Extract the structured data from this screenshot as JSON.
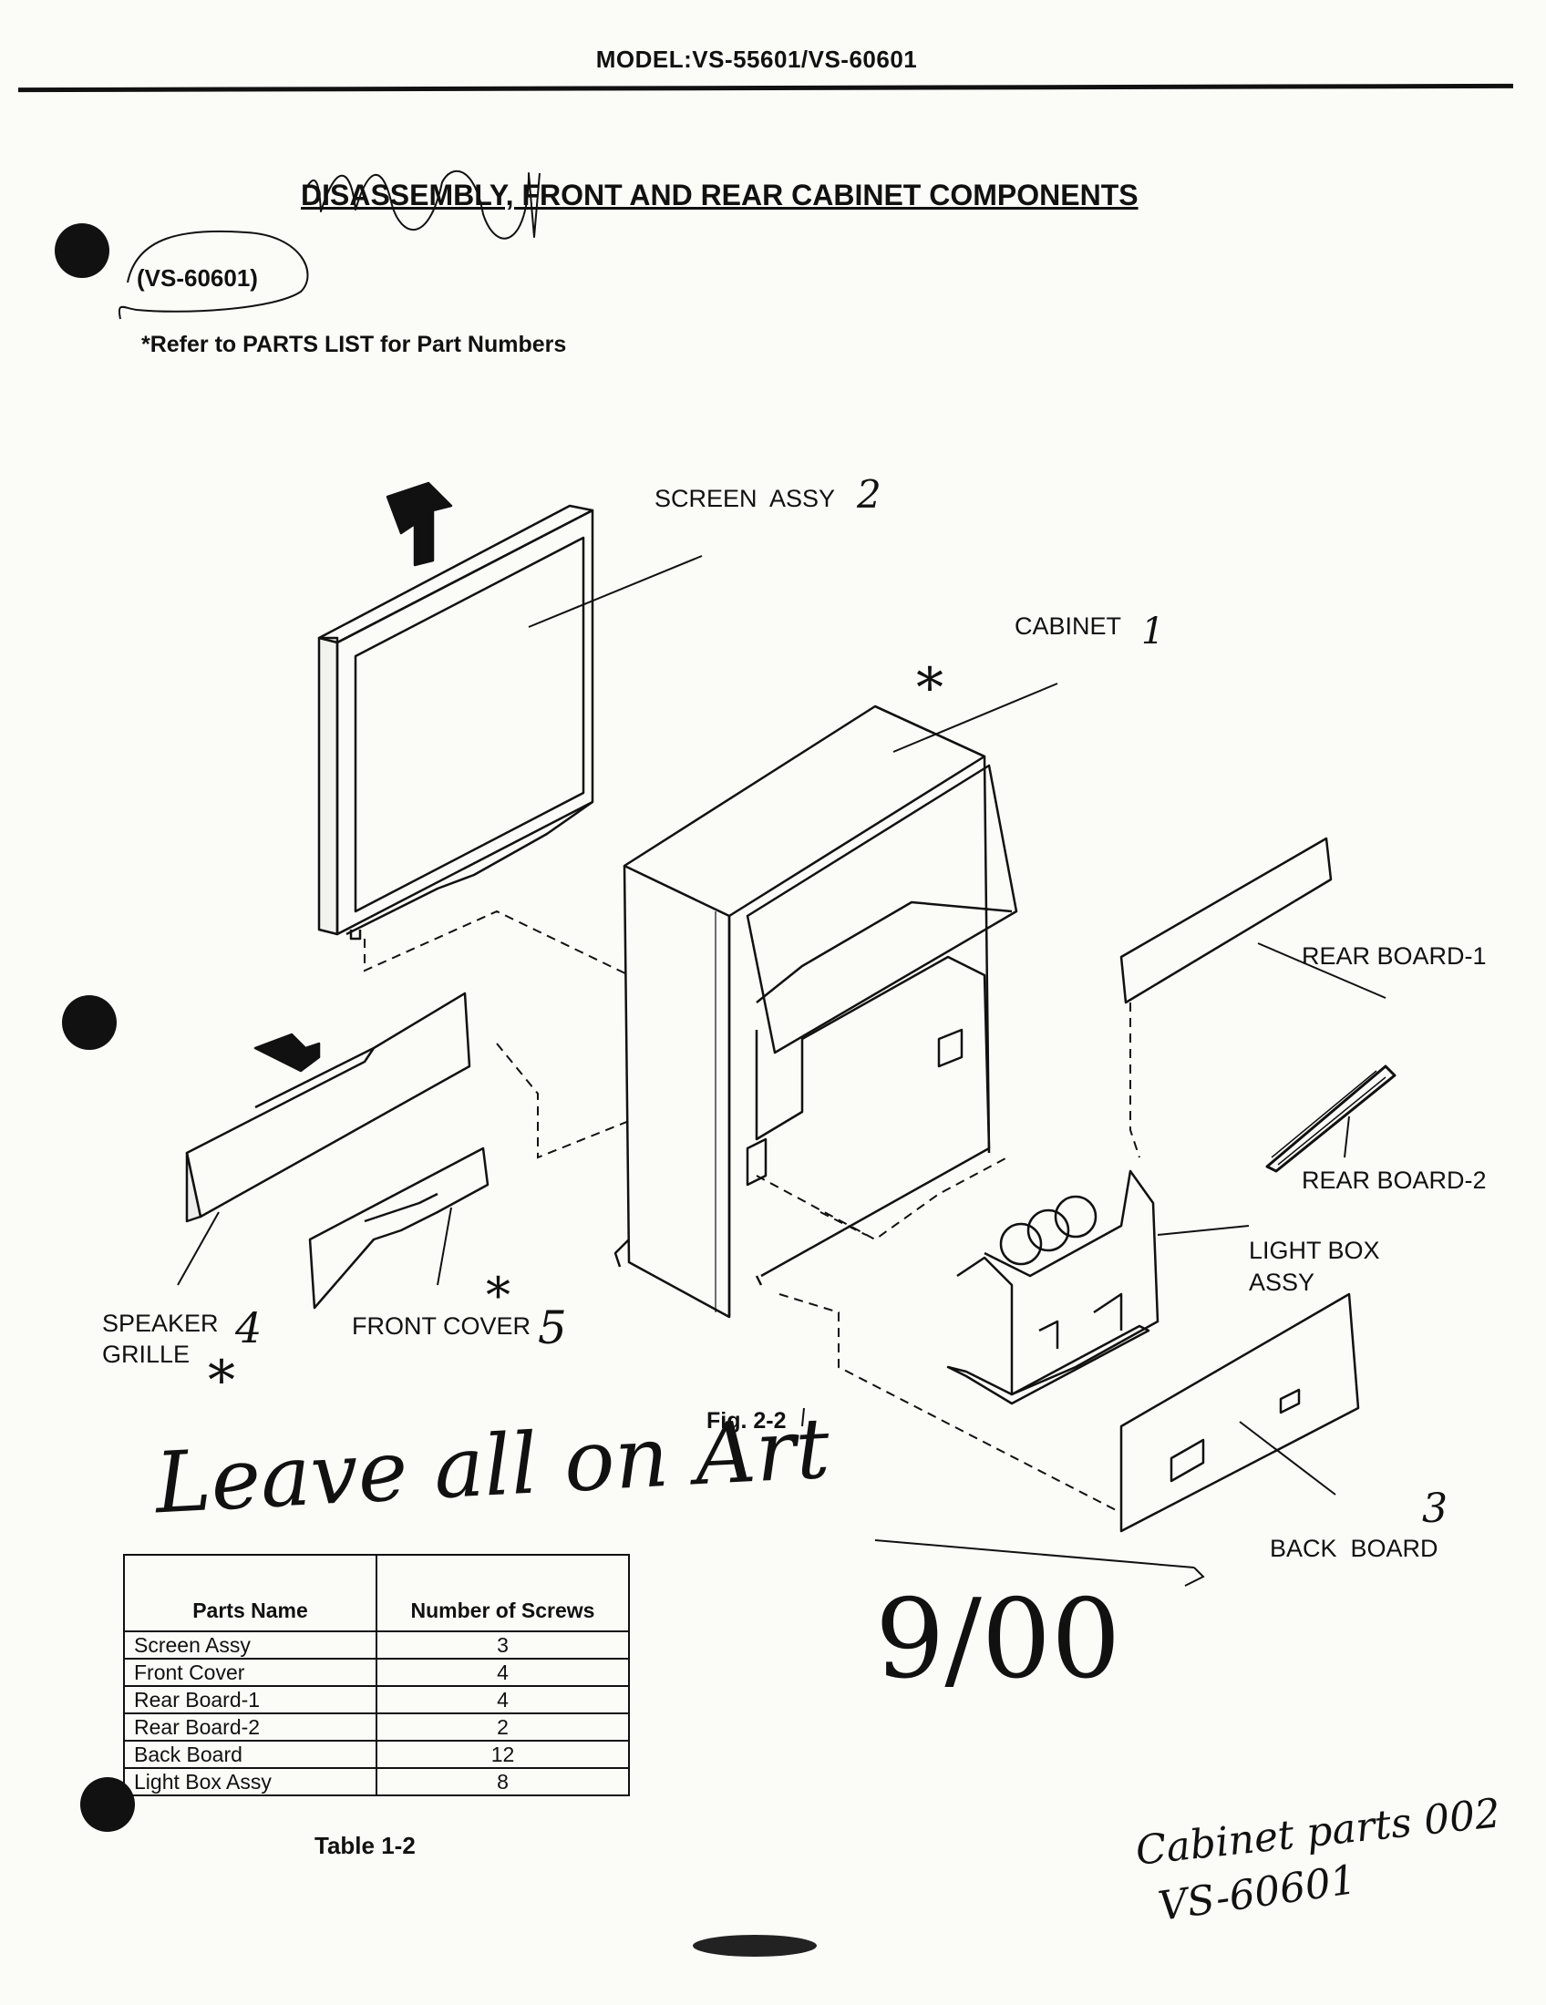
{
  "header": {
    "model": "MODEL:VS-55601/VS-60601"
  },
  "title": "DISASSEMBLY, FRONT AND REAR CABINET COMPONENTS",
  "model_tag": "(VS-60601)",
  "refer_note": "*Refer to PARTS LIST for Part Numbers",
  "diagram": {
    "labels": {
      "screen_assy": "SCREEN  ASSY",
      "cabinet": "CABINET",
      "rear_board_1": "REAR BOARD-1",
      "rear_board_2": "REAR BOARD-2",
      "light_box_line1": "LIGHT BOX",
      "light_box_line2": "ASSY",
      "speaker_line1": "SPEAKER",
      "speaker_line2": "GRILLE",
      "front_cover": "FRONT COVER",
      "back_board": "BACK  BOARD"
    },
    "figure_caption": "Fig. 2-2"
  },
  "handwriting": {
    "screen_num": "2",
    "cabinet_num": "1",
    "speaker_num": "4",
    "front_cover_num": "5",
    "back_board_num": "3",
    "star": "*",
    "note": "Leave all on Art",
    "amount": "9/00",
    "bottom_line1": "Cabinet parts 002",
    "bottom_line2": "VS-60601"
  },
  "table": {
    "headers": [
      "Parts Name",
      "Number of Screws"
    ],
    "rows": [
      [
        "Screen Assy",
        "3"
      ],
      [
        "Front Cover",
        "4"
      ],
      [
        "Rear Board-1",
        "4"
      ],
      [
        "Rear Board-2",
        "2"
      ],
      [
        "Back Board",
        "12"
      ],
      [
        "Light Box Assy",
        "8"
      ]
    ],
    "caption": "Table 1-2"
  }
}
